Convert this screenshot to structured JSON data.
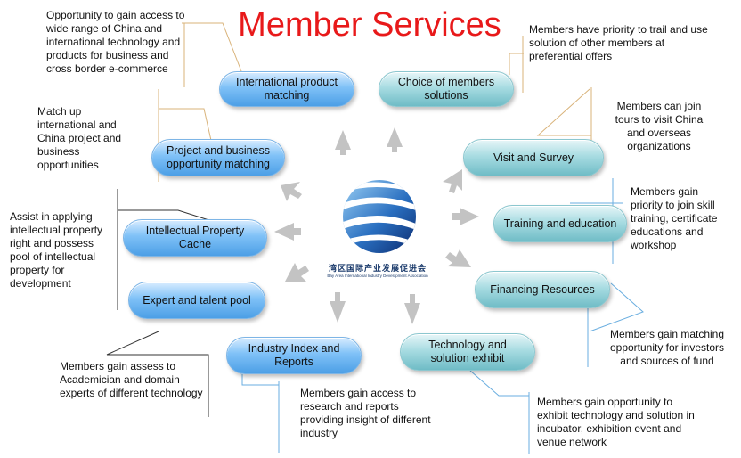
{
  "title": "Member Services",
  "logo": {
    "name_cn": "湾区国际产业发展促进会",
    "name_en": "Bay Area International Industry Development Association"
  },
  "services": [
    {
      "id": "international-product-matching",
      "label": "International product matching",
      "style": "blue"
    },
    {
      "id": "choice-of-members-solutions",
      "label": "Choice of members solutions",
      "style": "teal"
    },
    {
      "id": "project-and-business-opportunity-matching",
      "label": "Project and business opportunity matching",
      "style": "blue"
    },
    {
      "id": "visit-and-survey",
      "label": "Visit and Survey",
      "style": "teal"
    },
    {
      "id": "training-and-education",
      "label": "Training and education",
      "style": "teal"
    },
    {
      "id": "intellectual-property-cache",
      "label": "Intellectual Property Cache",
      "style": "blue"
    },
    {
      "id": "financing-resources",
      "label": "Financing Resources",
      "style": "teal"
    },
    {
      "id": "expert-and-talent-pool",
      "label": "Expert and talent pool",
      "style": "blue"
    },
    {
      "id": "industry-index-and-reports",
      "label": "Industry Index and Reports",
      "style": "blue"
    },
    {
      "id": "technology-and-solution-exhibit",
      "label": "Technology and solution exhibit",
      "style": "teal"
    }
  ],
  "notes": {
    "international_product_matching": "Opportunity to gain access to wide range of China and international technology and products for business and cross border e-commerce",
    "project_matching": "Match up international and China project and business opportunities",
    "intellectual_property": "Assist in applying intellectual property right and possess pool of intellectual property for development",
    "expert_pool": "Members gain assess to Academician and domain experts of different technology",
    "industry_index": "Members gain access to research and reports providing insight of different industry",
    "technology_exhibit": "Members gain opportunity to exhibit technology and solution in incubator, exhibition event and venue network",
    "financing": "Members gain matching opportunity for investors and sources of fund",
    "training": "Members gain priority to join skill training, certificate educations and workshop",
    "visit": "Members can join tours to visit China and overseas organizations",
    "choice_solutions": "Members have priority to trail and use solution of other members at preferential offers"
  },
  "colors": {
    "title": "#e8191a",
    "blue_pill": "#6fb5f0",
    "teal_pill": "#8fcfd7",
    "arrow": "#c3c3c3",
    "connector_tan": "#d9b37a",
    "connector_blue": "#6aaee0"
  }
}
